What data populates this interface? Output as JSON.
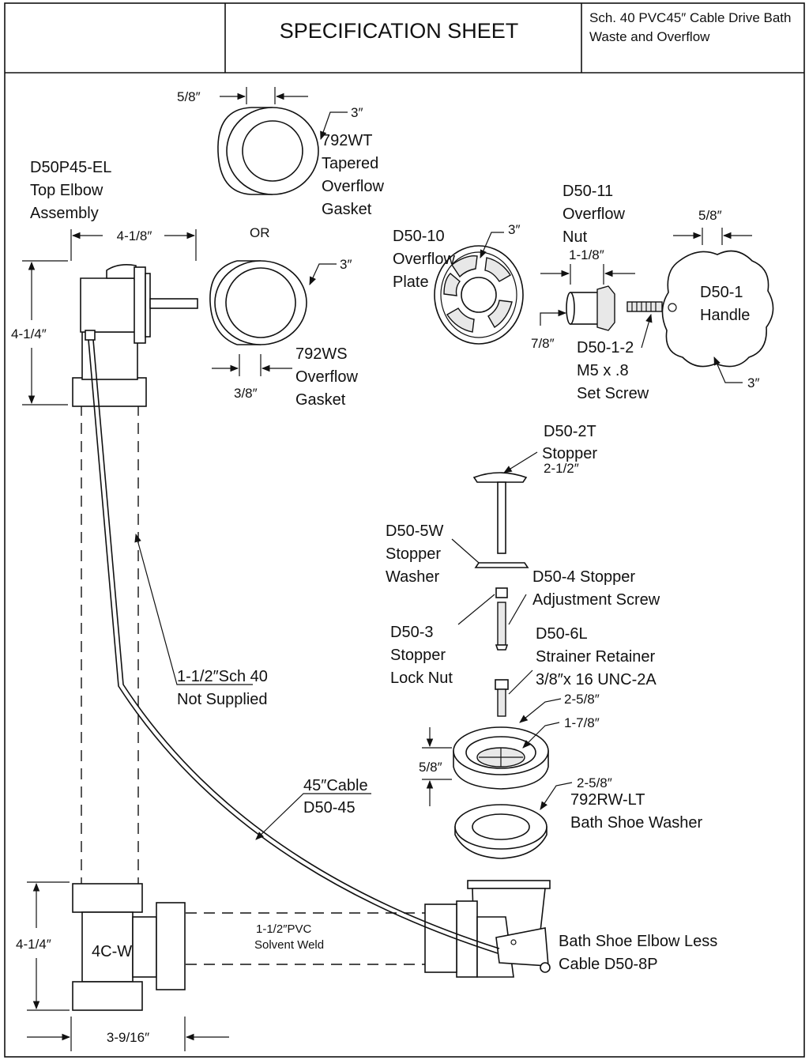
{
  "header": {
    "title": "SPECIFICATION SHEET",
    "product_line1": "Sch. 40 PVC45″ Cable Drive Bath",
    "product_line2": "Waste and Overflow"
  },
  "parts": {
    "top_elbow": {
      "code": "D50P45-EL",
      "name1": "Top Elbow",
      "name2": "Assembly",
      "width": "4-1/8″",
      "height": "4-1/4″"
    },
    "gasket_tapered": {
      "thick": "5/8″",
      "dia": "3″",
      "code": "792WT",
      "name1": "Tapered",
      "name2": "Overflow",
      "name3": "Gasket"
    },
    "or_label": "OR",
    "gasket_ws": {
      "dia": "3″",
      "code": "792WS",
      "name1": "Overflow",
      "name2": "Gasket",
      "thick": "3/8″"
    },
    "overflow_plate": {
      "code": "D50-10",
      "name1": "Overflow",
      "name2": "Plate",
      "dia": "3″"
    },
    "overflow_nut": {
      "code": "D50-11",
      "name1": "Overflow",
      "name2": "Nut",
      "len": "1-1/8″",
      "dia": "7/8″"
    },
    "set_screw": {
      "code": "D50-1-2",
      "size": "M5 x .8",
      "name": "Set Screw"
    },
    "handle": {
      "width": "5/8″",
      "code": "D50-1",
      "name": "Handle",
      "dia": "3″"
    },
    "stopper": {
      "code": "D50-2T",
      "name": "Stopper",
      "dia": "2-1/2″"
    },
    "stopper_washer": {
      "code": "D50-5W",
      "name1": "Stopper",
      "name2": "Washer"
    },
    "adj_screw": {
      "line1": "D50-4 Stopper",
      "line2": "Adjustment Screw"
    },
    "lock_nut": {
      "code": "D50-3",
      "name1": "Stopper",
      "name2": "Lock Nut"
    },
    "strainer_retainer": {
      "code": "D50-6L",
      "name": "Strainer Retainer",
      "thread": "3/8″x 16 UNC-2A"
    },
    "strainer": {
      "outer": "2-5/8″",
      "inner": "1-7/8″",
      "height": "5/8″"
    },
    "shoe_washer": {
      "dia": "2-5/8″",
      "code": "792RW-LT",
      "name": "Bath Shoe Washer"
    },
    "pipe": {
      "line1": "1-1/2″Sch 40",
      "line2": "Not Supplied"
    },
    "cable": {
      "line1": "45″Cable",
      "line2": "D50-45"
    },
    "tee": {
      "code": "4C-W",
      "height": "4-1/4″",
      "width": "3-9/16″"
    },
    "pvc_note": {
      "line1": "1-1/2″PVC",
      "line2": "Solvent Weld"
    },
    "shoe_elbow": {
      "line1": "Bath Shoe Elbow Less",
      "line2": "Cable D50-8P"
    }
  }
}
